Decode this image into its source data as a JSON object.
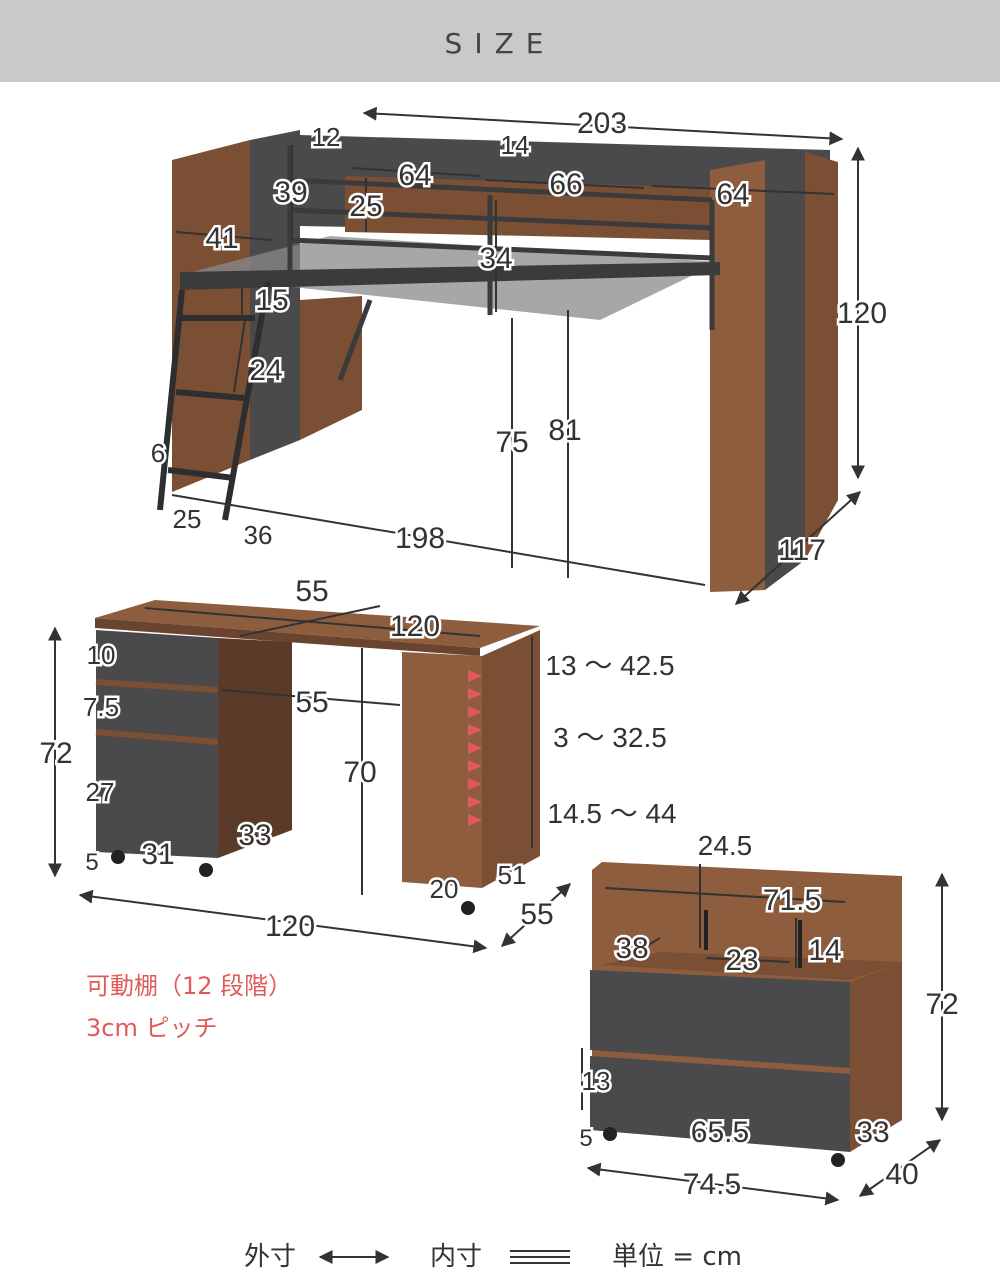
{
  "header": {
    "title": "SIZE"
  },
  "colors": {
    "wood": "#7a4f34",
    "woodLight": "#8d5d3d",
    "panel": "#4a4a4c",
    "frame": "#3b3b3d",
    "accent": "#e05a5a",
    "line": "#333333"
  },
  "bed": {
    "dims": [
      "203",
      "12",
      "14",
      "64",
      "66",
      "64",
      "39",
      "25",
      "41",
      "34",
      "15",
      "24",
      "120",
      "6",
      "25",
      "36",
      "198",
      "75",
      "81",
      "117"
    ]
  },
  "desk": {
    "dims": [
      "55",
      "120",
      "10",
      "7.5",
      "55",
      "72",
      "70",
      "27",
      "33",
      "31",
      "5",
      "20",
      "51",
      "120",
      "55",
      "13 〜 42.5",
      "3 〜 32.5",
      "14.5 〜 44"
    ]
  },
  "note": {
    "line1": "可動棚（12 段階）",
    "line2": "3cm ピッチ"
  },
  "chest": {
    "dims": [
      "24.5",
      "71.5",
      "38",
      "23",
      "14",
      "72",
      "13",
      "65.5",
      "33",
      "5",
      "74.5",
      "40"
    ]
  },
  "legend": {
    "outer": "外寸",
    "inner": "内寸",
    "unit": "単位 = cm"
  }
}
